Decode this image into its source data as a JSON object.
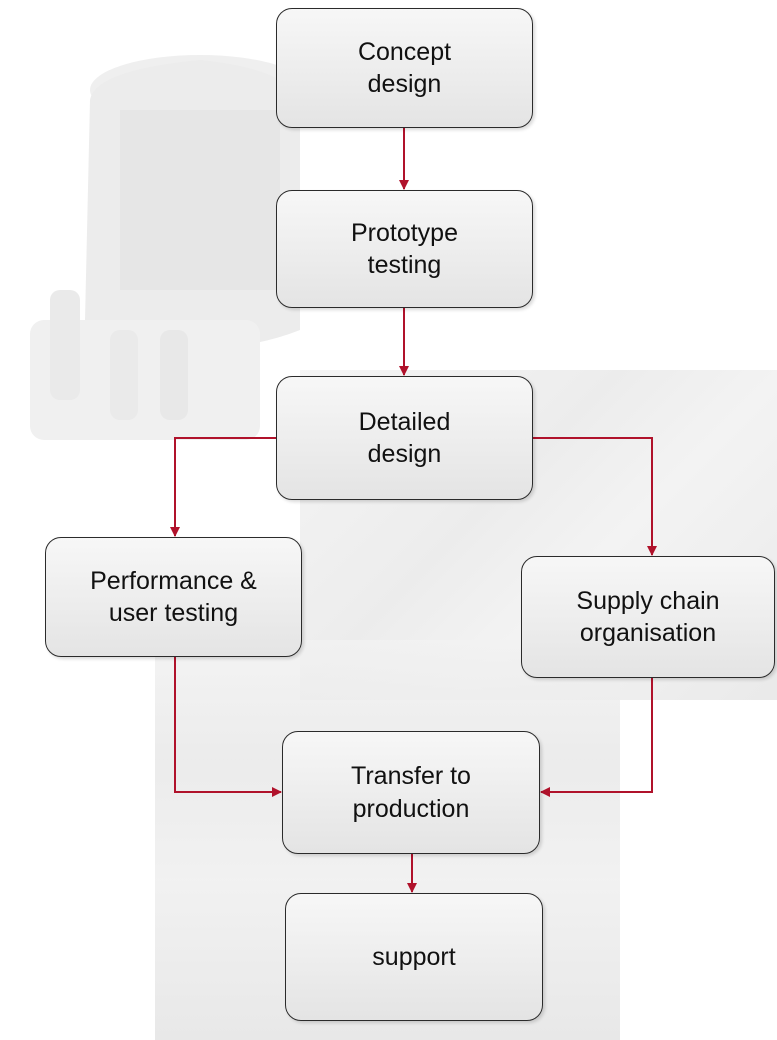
{
  "diagram": {
    "nodes": [
      {
        "id": "concept",
        "label": "Concept\ndesign"
      },
      {
        "id": "prototype",
        "label": "Prototype\ntesting"
      },
      {
        "id": "detailed",
        "label": "Detailed\ndesign"
      },
      {
        "id": "performance",
        "label": "Performance &\nuser testing"
      },
      {
        "id": "supply",
        "label": "Supply chain\norganisation"
      },
      {
        "id": "transfer",
        "label": "Transfer to\nproduction"
      },
      {
        "id": "support",
        "label": "support"
      }
    ],
    "edges": [
      {
        "from": "concept",
        "to": "prototype"
      },
      {
        "from": "prototype",
        "to": "detailed"
      },
      {
        "from": "detailed",
        "to": "performance"
      },
      {
        "from": "detailed",
        "to": "supply"
      },
      {
        "from": "performance",
        "to": "transfer"
      },
      {
        "from": "supply",
        "to": "transfer"
      },
      {
        "from": "transfer",
        "to": "support"
      }
    ],
    "arrow_color": "#b0122b",
    "box_border_color": "#2b2b2b"
  }
}
